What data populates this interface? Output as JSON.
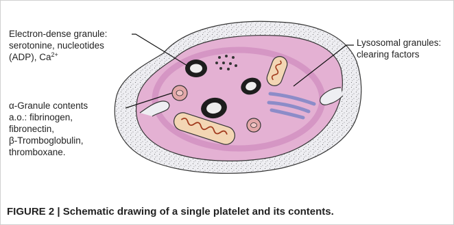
{
  "labels": {
    "dense_granule": {
      "line1": "Electron-dense granule:",
      "line2": "serotonine, nucleotides",
      "line3_main": "(ADP), Ca",
      "line3_sup": "2+"
    },
    "lysosomal": {
      "line1": "Lysosomal granules:",
      "line2": "clearing factors"
    },
    "alpha_granule": {
      "line1": "α-Granule contents",
      "line2": "a.o.: fibrinogen,",
      "line3": "fibronectin,",
      "line4": "β-Tromboglobulin,",
      "line5": "thromboxane."
    }
  },
  "caption": "FIGURE 2 | Schematic drawing of a single platelet and its contents.",
  "colors": {
    "membrane": "#e8e8ec",
    "cytoplasm": "#e4b1d3",
    "inner_ring": "#d393c2",
    "dense_granule": "#1d1d1d",
    "alpha_granule": "#e3a7a8",
    "mitochondria": "#f3d6b4",
    "lysosome": "#8c8cc8"
  }
}
